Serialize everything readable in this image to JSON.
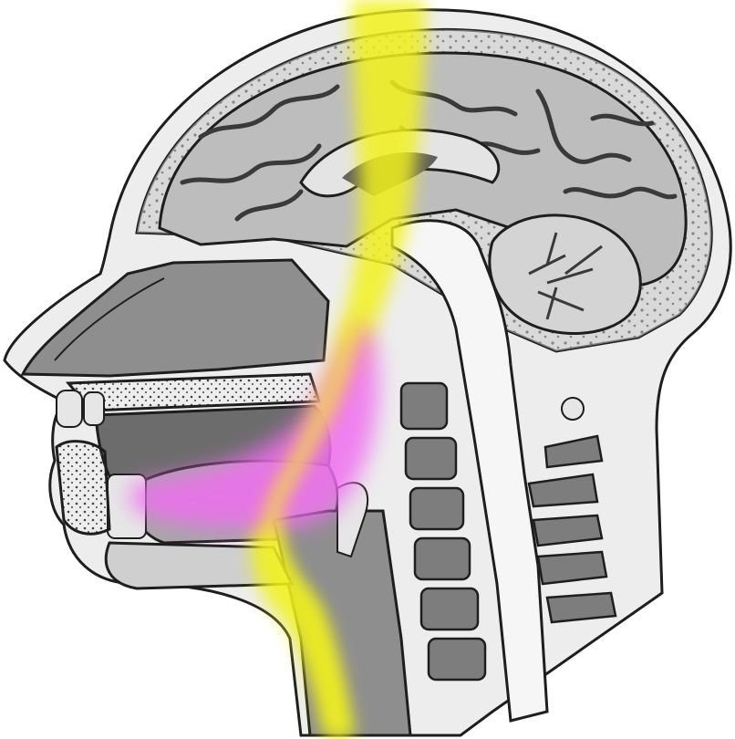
{
  "diagram": {
    "subject": "sagittal-head-section",
    "colors": {
      "background": "#ffffff",
      "outline": "#1e1e1e",
      "skin": "#ededed",
      "skull_band": "#c9c9c9",
      "brain": "#bdbdbd",
      "brain_dark": "#5f5f5f",
      "cavity": "#8e8e8e",
      "cavity_dark": "#6c6c6c",
      "vertebra": "#7d7d7d",
      "highlight_yellow": "#f2f21a",
      "highlight_magenta": "#f06ef0"
    },
    "highlights": [
      {
        "name": "energy-channel",
        "color": "yellow"
      },
      {
        "name": "oral-cavity-glow",
        "color": "magenta"
      }
    ]
  }
}
